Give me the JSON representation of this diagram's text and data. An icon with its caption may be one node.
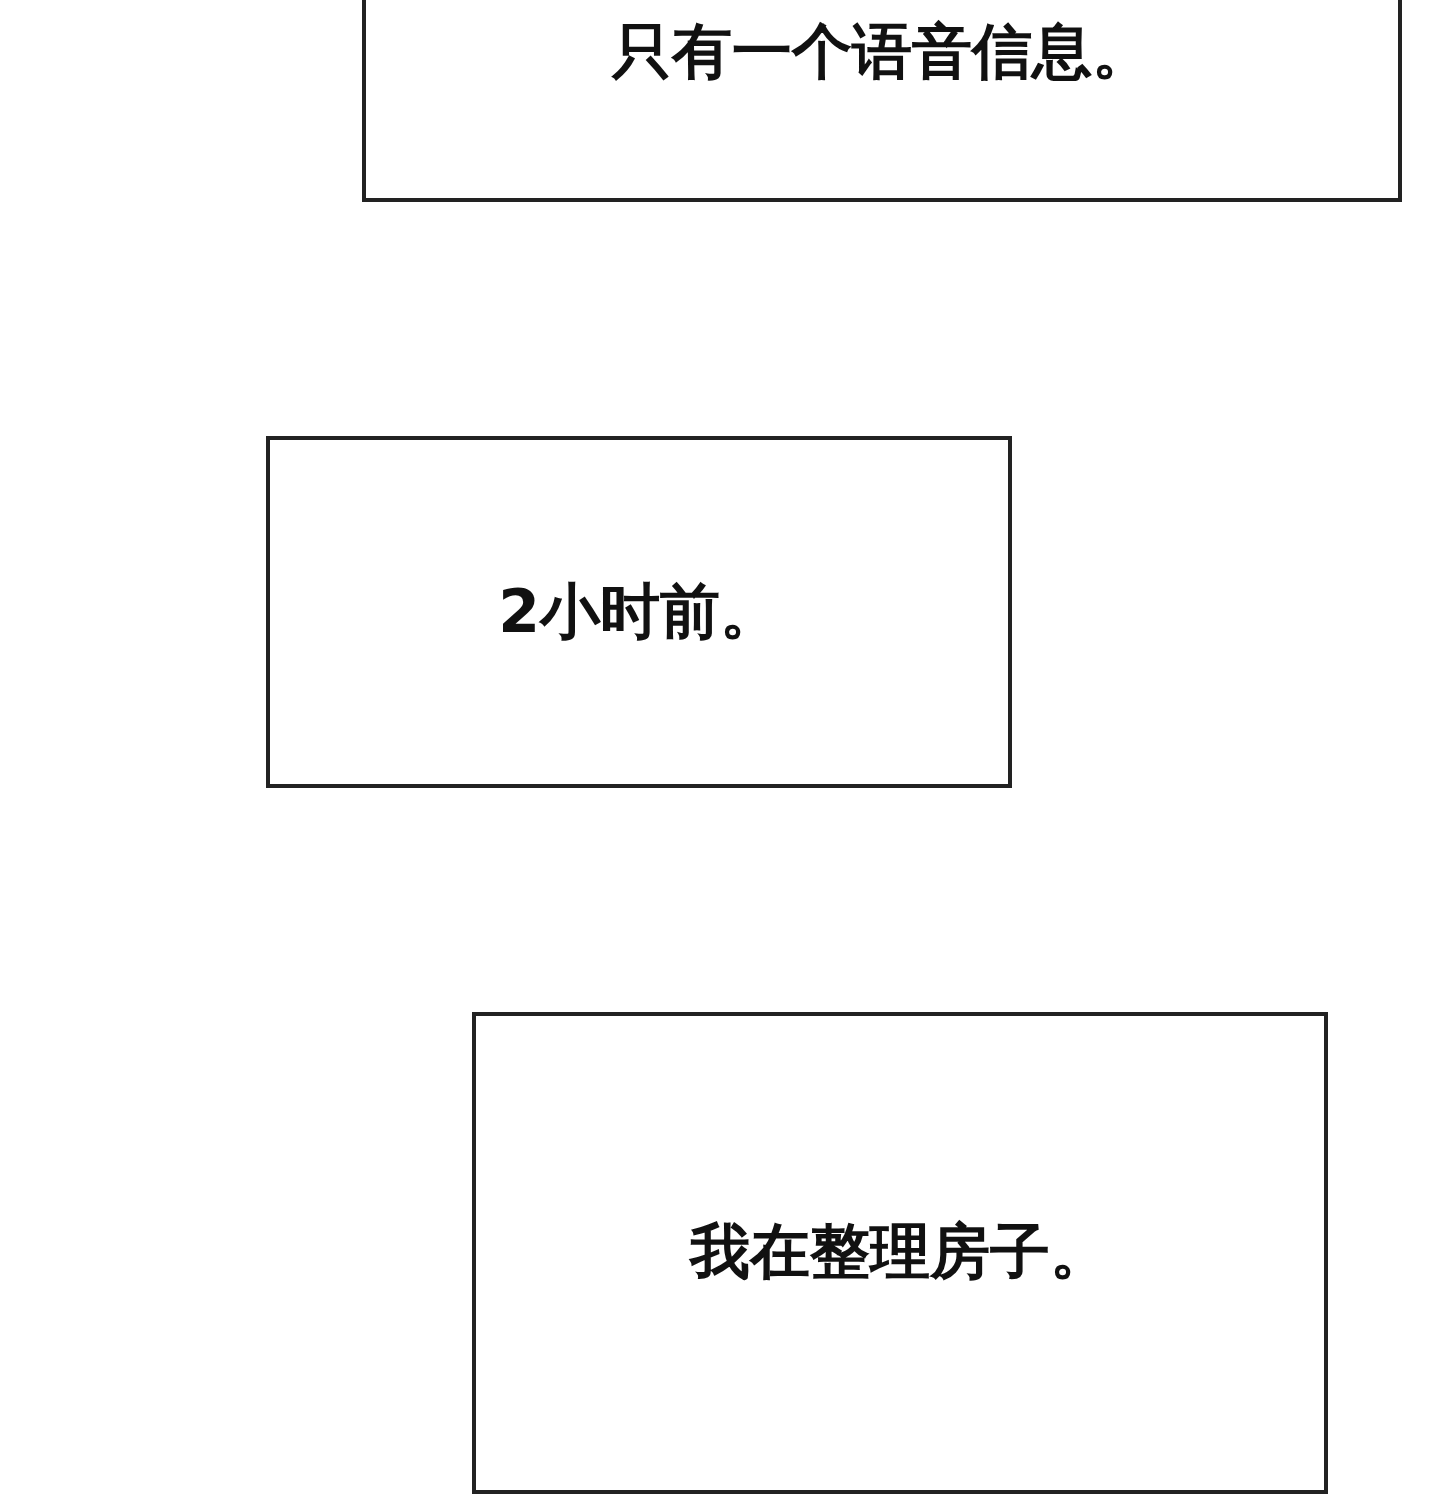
{
  "diagram": {
    "nodes": [
      {
        "text": [
          "只有一个语音信息。"
        ]
      },
      {
        "text": [
          "2小时前。"
        ]
      },
      {
        "text": [
          "我在整理房子。"
        ]
      }
    ]
  }
}
